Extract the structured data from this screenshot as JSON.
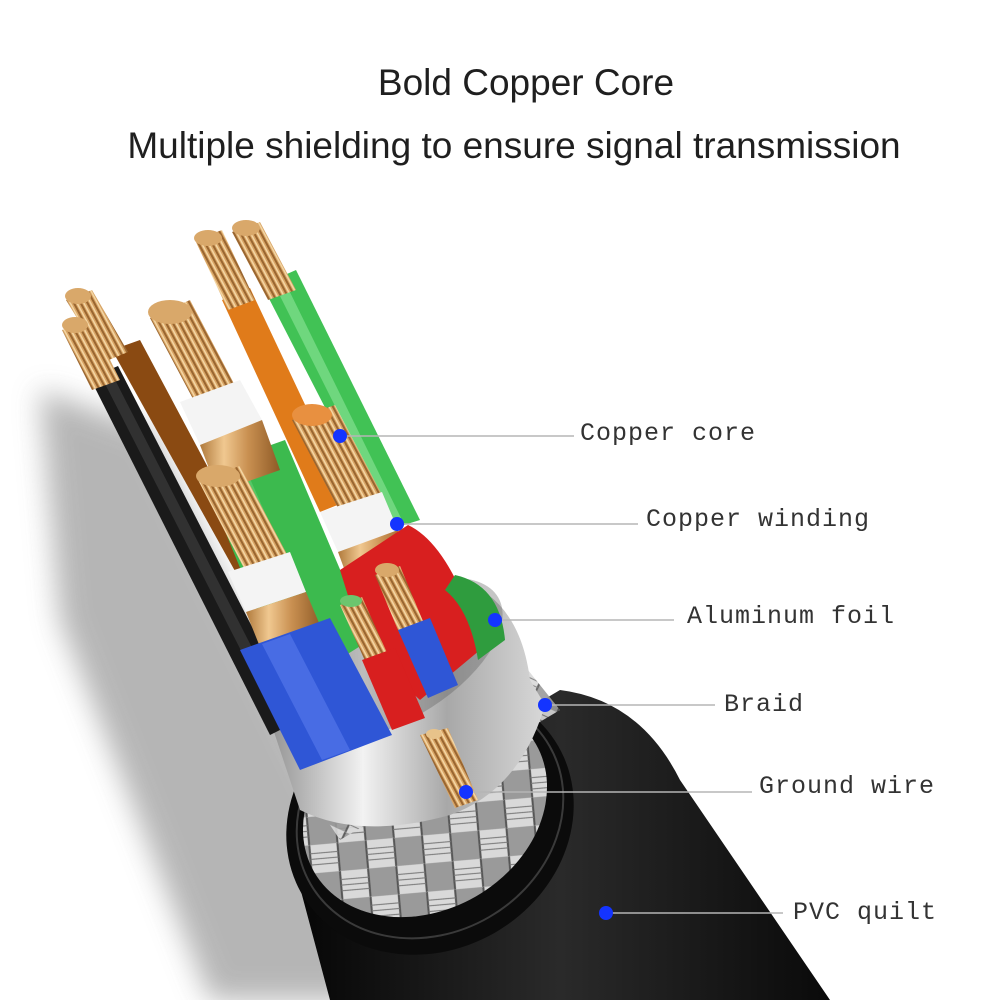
{
  "heading": {
    "title": "Bold Copper Core",
    "subtitle": "Multiple shielding to ensure signal transmission"
  },
  "callouts": [
    {
      "label": "Copper core"
    },
    {
      "label": "Copper winding"
    },
    {
      "label": "Aluminum foil"
    },
    {
      "label": "Braid"
    },
    {
      "label": "Ground wire"
    },
    {
      "label": "PVC quilt"
    }
  ],
  "colors": {
    "callout_dot": "#1434ff",
    "leader_line": "#b5b5b5",
    "label_text": "#333333",
    "jacket": "#111111",
    "copper": "#d9a86a",
    "wire_green": "#3cba4e",
    "wire_orange": "#e07b1a",
    "wire_red": "#d81f1f",
    "wire_blue": "#2f56d6",
    "wire_brown": "#8a4a12",
    "wire_black": "#1a1a1a",
    "foil": "#c9c9c9"
  },
  "icons": {
    "callout_marker": "dot-icon"
  }
}
